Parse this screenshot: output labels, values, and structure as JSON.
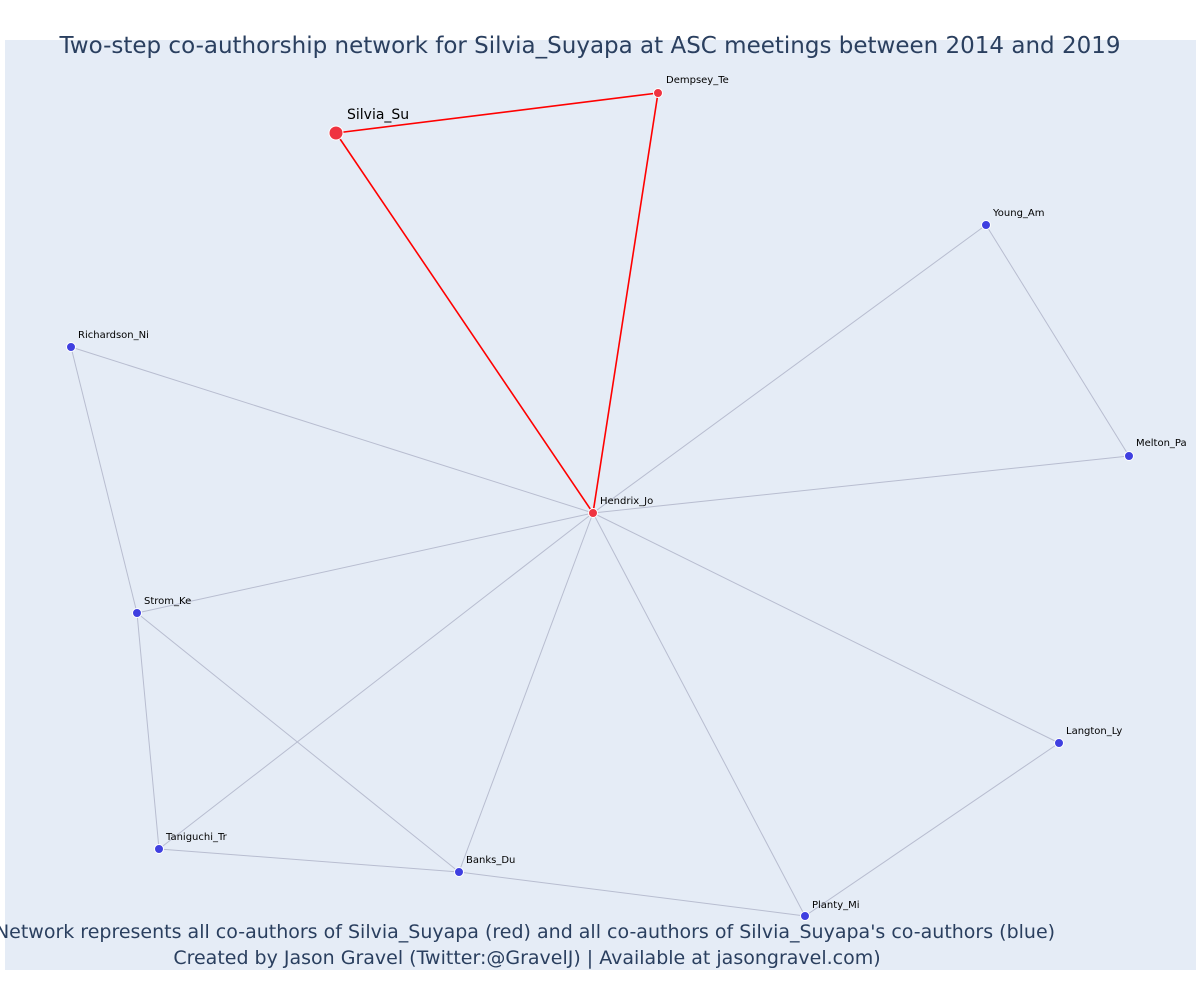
{
  "title": "Two-step co-authorship network for Silvia_Suyapa at ASC meetings between 2014 and 2019",
  "caption_line1": "Network represents all co-authors of Silvia_Suyapa (red) and all co-authors of Silvia_Suyapa's co-authors (blue)",
  "caption_line2": "Created by Jason Gravel (Twitter:@GravelJ) | Available at jasongravel.com)",
  "colors": {
    "plot_background": "#e5ecf6",
    "red_node": "#ef3340",
    "blue_node": "#3f3fe0",
    "red_edge": "#ff0000",
    "gray_edge": "#b8bdd0",
    "node_outline": "#ffffff"
  },
  "nodes": [
    {
      "id": "silvia",
      "label": "Silvia_Su",
      "group": "focal"
    },
    {
      "id": "dempsey",
      "label": "Dempsey_Te",
      "group": "coauthor"
    },
    {
      "id": "hendrix",
      "label": "Hendrix_Jo",
      "group": "coauthor"
    },
    {
      "id": "young",
      "label": "Young_Am",
      "group": "second"
    },
    {
      "id": "richardson",
      "label": "Richardson_Ni",
      "group": "second"
    },
    {
      "id": "melton",
      "label": "Melton_Pa",
      "group": "second"
    },
    {
      "id": "strom",
      "label": "Strom_Ke",
      "group": "second"
    },
    {
      "id": "langton",
      "label": "Langton_Ly",
      "group": "second"
    },
    {
      "id": "taniguchi",
      "label": "Taniguchi_Tr",
      "group": "second"
    },
    {
      "id": "banks",
      "label": "Banks_Du",
      "group": "second"
    },
    {
      "id": "planty",
      "label": "Planty_Mi",
      "group": "second"
    }
  ],
  "edges": [
    {
      "source": "silvia",
      "target": "dempsey",
      "type": "red"
    },
    {
      "source": "silvia",
      "target": "hendrix",
      "type": "red"
    },
    {
      "source": "dempsey",
      "target": "hendrix",
      "type": "red"
    },
    {
      "source": "hendrix",
      "target": "young",
      "type": "gray"
    },
    {
      "source": "hendrix",
      "target": "melton",
      "type": "gray"
    },
    {
      "source": "hendrix",
      "target": "richardson",
      "type": "gray"
    },
    {
      "source": "hendrix",
      "target": "strom",
      "type": "gray"
    },
    {
      "source": "hendrix",
      "target": "taniguchi",
      "type": "gray"
    },
    {
      "source": "hendrix",
      "target": "banks",
      "type": "gray"
    },
    {
      "source": "hendrix",
      "target": "planty",
      "type": "gray"
    },
    {
      "source": "hendrix",
      "target": "langton",
      "type": "gray"
    },
    {
      "source": "young",
      "target": "melton",
      "type": "gray"
    },
    {
      "source": "richardson",
      "target": "strom",
      "type": "gray"
    },
    {
      "source": "strom",
      "target": "taniguchi",
      "type": "gray"
    },
    {
      "source": "strom",
      "target": "banks",
      "type": "gray"
    },
    {
      "source": "taniguchi",
      "target": "banks",
      "type": "gray"
    },
    {
      "source": "banks",
      "target": "planty",
      "type": "gray"
    },
    {
      "source": "planty",
      "target": "langton",
      "type": "gray"
    }
  ]
}
